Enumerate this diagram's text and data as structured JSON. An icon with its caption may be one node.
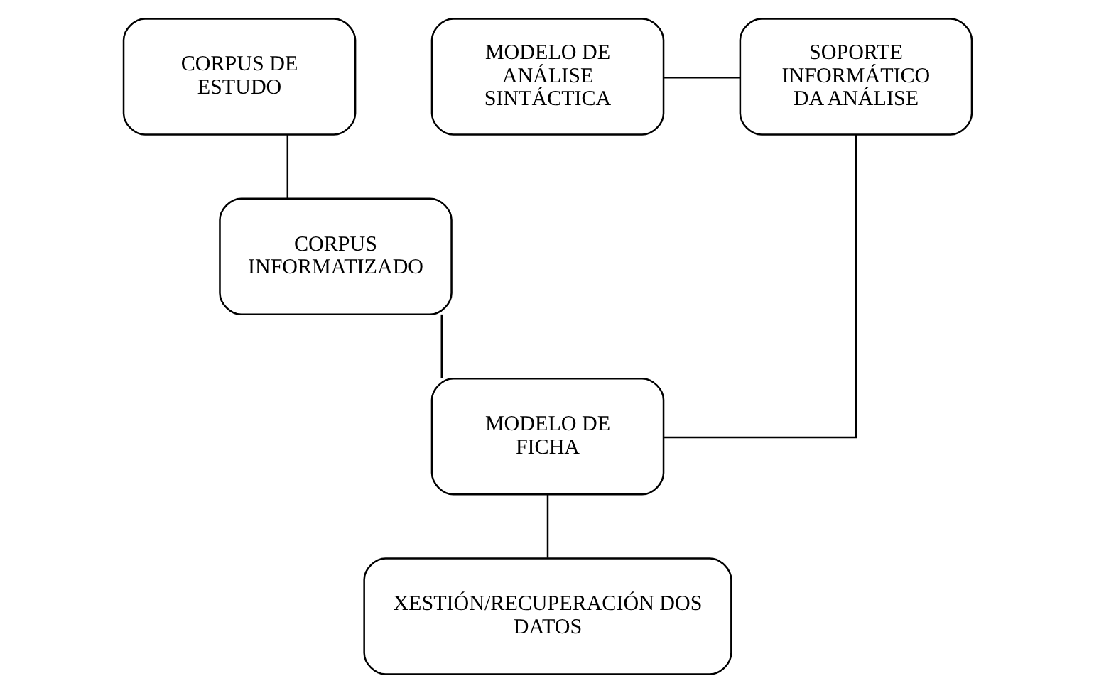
{
  "diagram": {
    "nodes": [
      {
        "text": [
          "CORPUS DE ESTUDO"
        ]
      },
      {
        "text": [
          "MODELO DE ANÁLISE SINTÁCTICA"
        ]
      },
      {
        "text": [
          "SOPORTE INFORMÁTICO DA ANÁLISE"
        ]
      },
      {
        "text": [
          "CORPUS INFORMATIZADO"
        ]
      },
      {
        "text": [
          "MODELO DE FICHA"
        ]
      },
      {
        "text": [
          "XESTIÓN/RECUPERACIÓN DOS DATOS"
        ]
      }
    ],
    "edges": [
      {
        "from": 0,
        "to": 3,
        "arrow": "none"
      },
      {
        "from": 1,
        "to": 2,
        "arrow": "none"
      },
      {
        "from": 3,
        "to": 4,
        "arrow": "none"
      },
      {
        "from": 2,
        "to": 4,
        "arrow": "none"
      },
      {
        "from": 4,
        "to": 5,
        "arrow": "none"
      }
    ]
  }
}
